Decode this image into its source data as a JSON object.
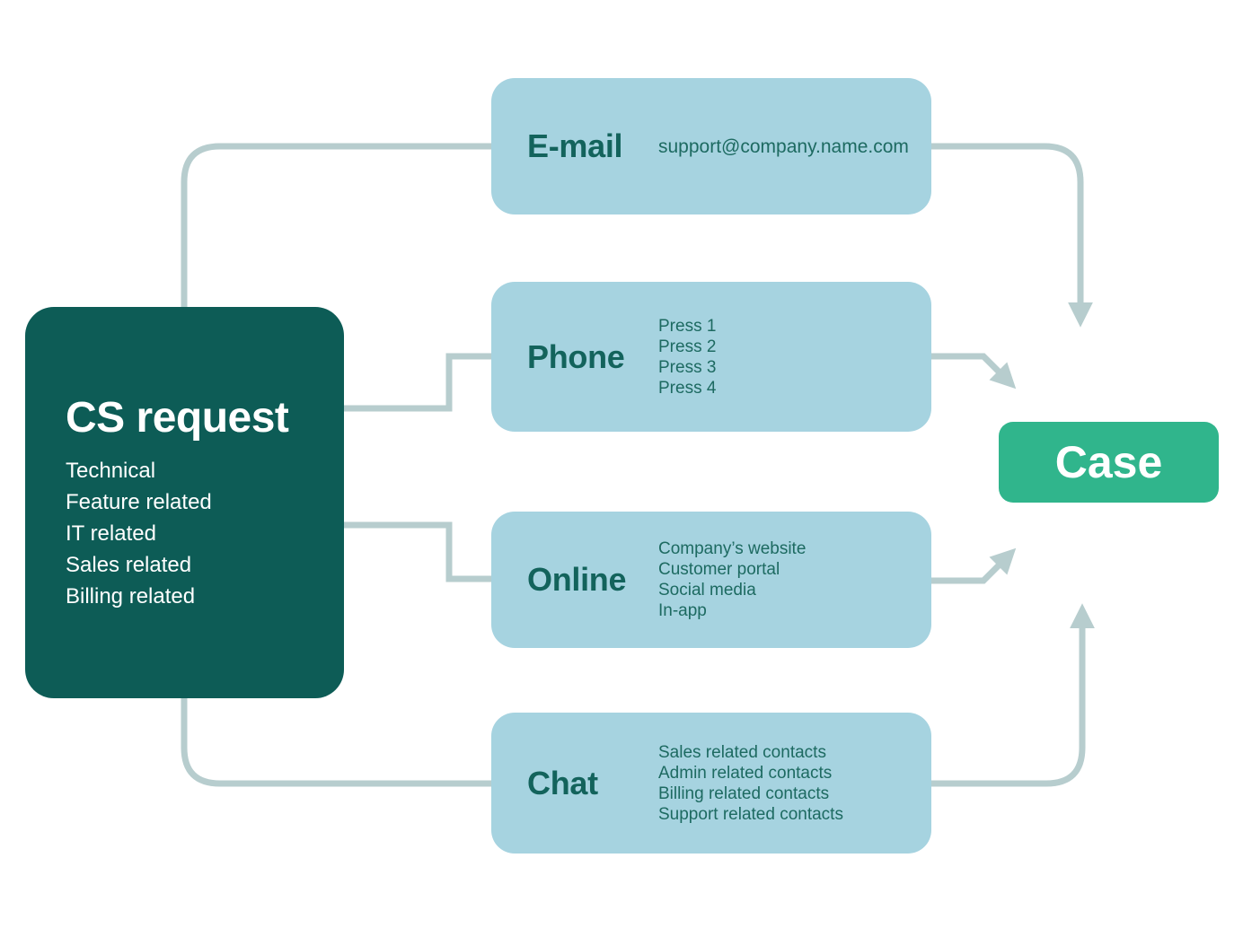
{
  "colors": {
    "source_bg": "#0d5c56",
    "channel_bg": "#a6d3e0",
    "target_bg": "#30b58c",
    "connector": "#b7cdce",
    "label_color": "#13635c",
    "detail_color": "#1d6a61",
    "source_text": "#ffffff",
    "target_text": "#ffffff"
  },
  "diagram": {
    "source": {
      "title": "CS request",
      "categories": [
        "Technical",
        "Feature related",
        "IT related",
        "Sales related",
        "Billing related"
      ]
    },
    "channels": [
      {
        "label": "E-mail",
        "details": [
          "support@company.name.com"
        ]
      },
      {
        "label": "Phone",
        "details": [
          "Press 1",
          "Press 2",
          "Press 3",
          "Press 4"
        ]
      },
      {
        "label": "Online",
        "details": [
          "Company’s website",
          "Customer portal",
          "Social media",
          "In-app"
        ]
      },
      {
        "label": "Chat",
        "details": [
          "Sales related contacts",
          "Admin related contacts",
          "Billing related contacts",
          "Support related contacts"
        ]
      }
    ],
    "target": {
      "label": "Case"
    }
  }
}
